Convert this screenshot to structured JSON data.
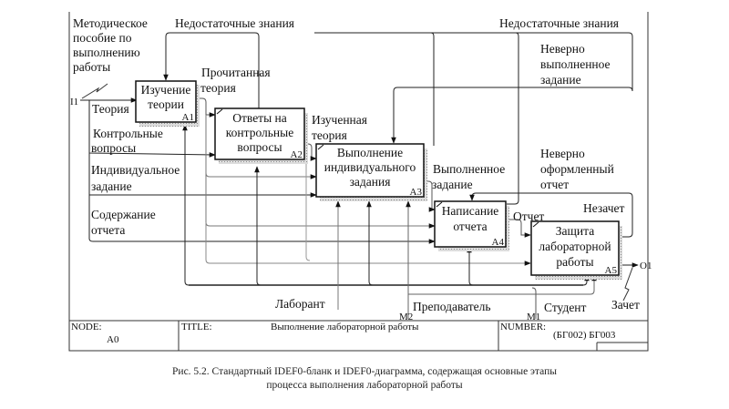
{
  "diagram": {
    "boxes": [
      {
        "id": "A1",
        "lines": [
          "Изучение",
          "теории"
        ]
      },
      {
        "id": "A2",
        "lines": [
          "Ответы на",
          "контрольные",
          "вопросы"
        ]
      },
      {
        "id": "A3",
        "lines": [
          "Выполнение",
          "индивидуального",
          "задания"
        ]
      },
      {
        "id": "A4",
        "lines": [
          "Написание",
          "отчета"
        ]
      },
      {
        "id": "A5",
        "lines": [
          "Защита",
          "лабораторной",
          "работы"
        ]
      }
    ],
    "labels": {
      "method_guide": [
        "Методическое",
        "пособие по",
        "выполнению",
        "работы"
      ],
      "insufficient_knowledge_left": "Недостаточные знания",
      "insufficient_knowledge_right": "Недостаточные знания",
      "read_theory": [
        "Прочитанная",
        "теория"
      ],
      "studied_theory": [
        "Изученная",
        "теория"
      ],
      "wrong_task": [
        "Неверно",
        "выполненное",
        "задание"
      ],
      "theory": "Теория",
      "control_questions": [
        "Контрольные",
        "вопросы"
      ],
      "individual_task": [
        "Индивидуальное",
        "задание"
      ],
      "report_content": [
        "Содержание",
        "отчета"
      ],
      "done_task": [
        "Выполненное",
        "задание"
      ],
      "wrong_report": [
        "Неверно",
        "оформленный",
        "отчет"
      ],
      "report": "Отчет",
      "fail": "Незачет",
      "pass": "Зачет",
      "lab_assistant": "Лаборант",
      "teacher": "Преподаватель",
      "student": "Студент",
      "i1": "I1",
      "o1": "O1",
      "m1": "M1",
      "m2": "M2"
    },
    "frame": {
      "node_label": "NODE:",
      "node_value": "A0",
      "title_label": "TITLE:",
      "title_value": "Выполнение лабораторной работы",
      "number_label": "NUMBER:",
      "number_value": "(БГ002) БГ003"
    }
  },
  "caption": {
    "line1": "Рис. 5.2. Стандартный IDEF0-бланк и IDEF0-диаграмма, содержащая основные этапы",
    "line2": "процесса выполнения лабораторной работы"
  }
}
